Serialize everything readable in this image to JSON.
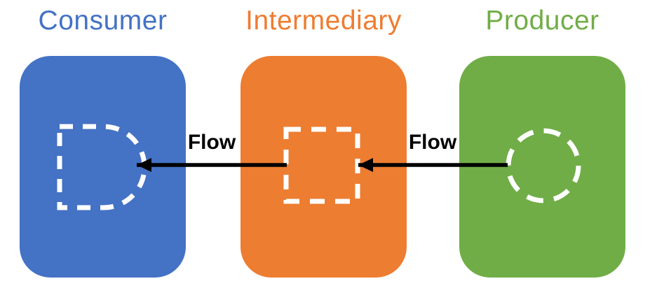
{
  "diagram": {
    "background": "#ffffff",
    "shape_stroke": "#ffffff",
    "arrow_color": "#000000",
    "columns": [
      {
        "id": "consumer",
        "label": "Consumer",
        "color": "#4472C4",
        "shape": "dashed-d"
      },
      {
        "id": "intermediary",
        "label": "Intermediary",
        "color": "#ED7D31",
        "shape": "dashed-square"
      },
      {
        "id": "producer",
        "label": "Producer",
        "color": "#70AD47",
        "shape": "dashed-circle"
      }
    ],
    "flows": [
      {
        "label": "Flow",
        "from": "intermediary",
        "to": "consumer"
      },
      {
        "label": "Flow",
        "from": "producer",
        "to": "intermediary"
      }
    ]
  }
}
